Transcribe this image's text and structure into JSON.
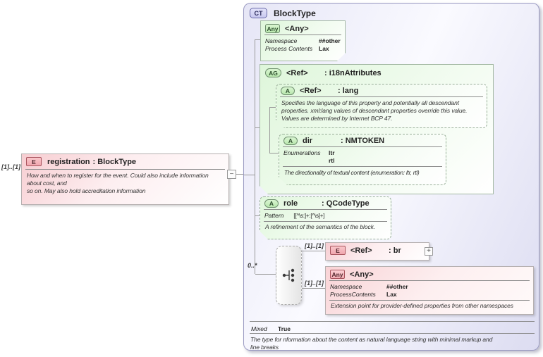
{
  "icons": {
    "collapse_glyph": "−",
    "expand_glyph": "+"
  },
  "colors": {
    "element_pink": "#f0a6ae",
    "attribute_green": "#b9e8ae",
    "complextype_lavender": "#c8c8ef",
    "connector_gray": "#999999"
  },
  "left_element": {
    "cardinality": "[1]..[1]",
    "badge": "E",
    "name": "registration",
    "type": ": BlockType",
    "doc": "How and when to register for the event. Could also include information\nabout cost, and\nso on. May also hold accreditation information"
  },
  "complex_type": {
    "badge": "CT",
    "title": "BlockType",
    "any_top": {
      "badge": "Any",
      "title": "<Any>",
      "props": [
        {
          "label": "Namespace",
          "value": "##other"
        },
        {
          "label": "Process Contents",
          "value": "Lax"
        }
      ]
    },
    "attr_group": {
      "badge": "AG",
      "name": "<Ref>",
      "type": ": i18nAttributes",
      "lang": {
        "badge": "A",
        "name": "<Ref>",
        "type": ": lang",
        "doc": "Specifies the language of this property and potentially all descendant\nproperties. xml:lang values of descendant properties override this value.\nValues are determined by Internet BCP 47."
      },
      "dir": {
        "badge": "A",
        "name": "dir",
        "type": ": NMTOKEN",
        "enum_label": "Enumerations",
        "enum_values": [
          "ltr",
          "rtl"
        ],
        "doc": "The directionality of textual content (enumeration: ltr, rtl)"
      }
    },
    "role": {
      "badge": "A",
      "name": "role",
      "type": ": QCodeType",
      "pattern_label": "Pattern",
      "pattern_value": "[[^\\s:]+:[^\\s]+]",
      "doc": "A refinement of the semantics of the block."
    },
    "choice": {
      "cardinality": "0..*",
      "branch1_cardinality": "[1]..[1]",
      "branch2_cardinality": "[1]..[1]"
    },
    "br_element": {
      "badge": "E",
      "name": "<Ref>",
      "type": ": br"
    },
    "any_bottom": {
      "badge": "Any",
      "title": "<Any>",
      "props": [
        {
          "label": "Namespace",
          "value": "##other"
        },
        {
          "label": "ProcessContents",
          "value": "Lax"
        }
      ],
      "doc": "Extension point for provider-defined properties from other namespaces"
    },
    "mixed_label": "Mixed",
    "mixed_value": "True",
    "doc": "The type for nformation about the content as natural language string with minimal markup and\nline breaks"
  }
}
